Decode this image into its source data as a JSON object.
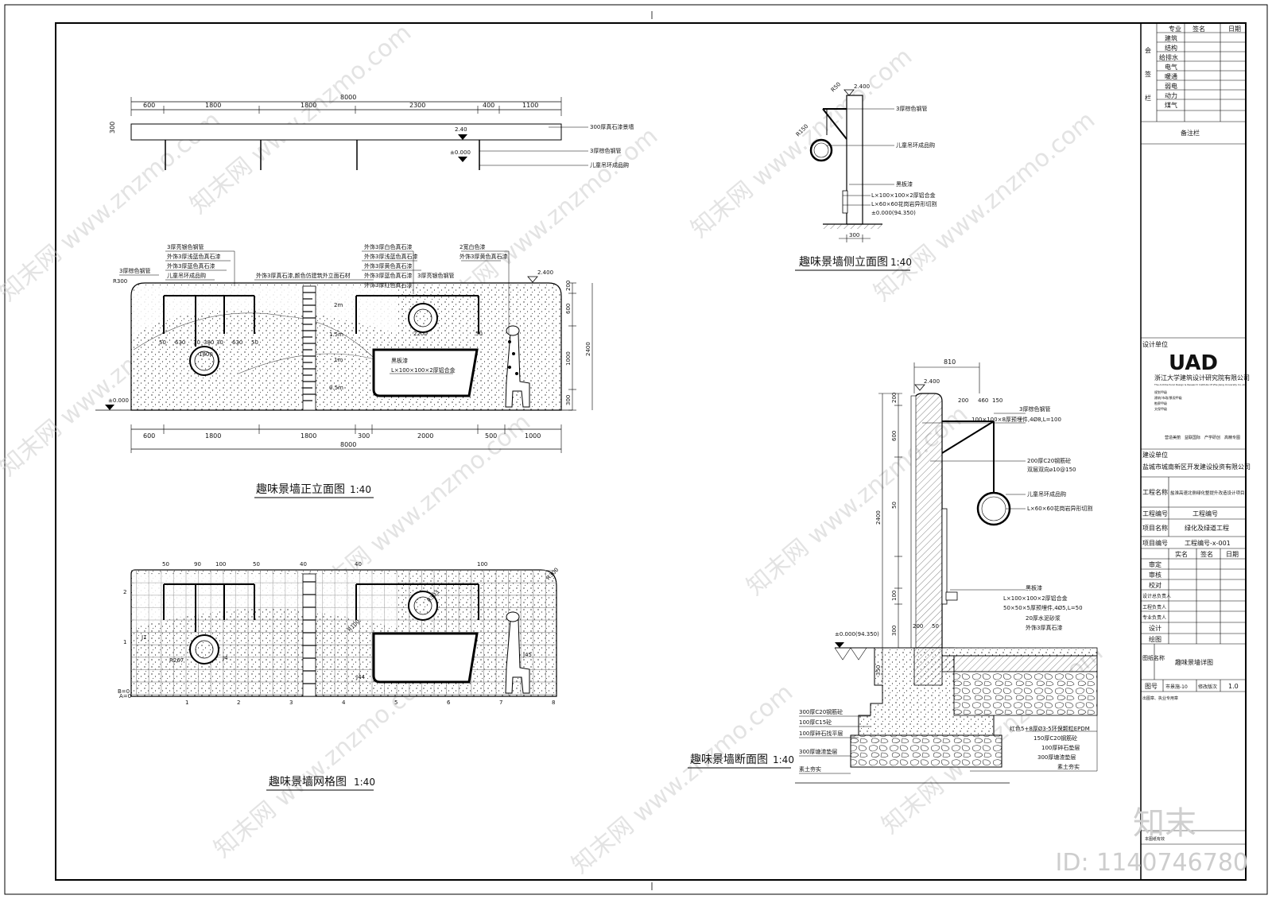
{
  "front_view": {
    "title": "趣味景墙正立面图",
    "scale": "1:40",
    "overall": "8000",
    "dims_top": [
      "600",
      "1800",
      "1800",
      "2300",
      "400",
      "1100"
    ],
    "dims_bottom": [
      "600",
      "1800",
      "1800",
      "300",
      "2000",
      "500",
      "1000"
    ],
    "heights_right": [
      "200",
      "600",
      "1000",
      "300"
    ],
    "height_total": "2400",
    "plan_height": "300",
    "plan_labels": [
      "300厚真石漆景墙",
      "3厚棕色钢管",
      "儿童吊环成品购"
    ],
    "level_240": "2.40",
    "level_000": "±0.000",
    "level_2400": "2.400",
    "radius": "R300",
    "labels_left": [
      "3厚亮银色钢管",
      "外饰3厚浅蓝色真石漆",
      "外饰3厚蓝色真石漆",
      "儿童吊环成品购"
    ],
    "label_brown_pipe": "3厚棕色钢管",
    "label_wall": "外饰3厚真石漆,颜色仿建筑外立面石材",
    "labels_mid": [
      "外饰3厚白色真石漆",
      "外饰3厚浅蓝色真石漆",
      "外饰3厚黄色真石漆",
      "外饰3厚蓝色真石漆",
      "外饰3厚红色真石漆"
    ],
    "label_silver_pipe": "3厚亮银色钢管",
    "labels_right": [
      "2宽白色漆",
      "外饰3厚黄色真石漆"
    ],
    "ruler": [
      "2m",
      "1.5m",
      "1m",
      "0.5m"
    ],
    "board_label": "黑板漆",
    "board_frame": "L×100×100×2厚铝合金",
    "inner_dims": [
      "50",
      "630",
      "30",
      "380",
      "30",
      "630",
      "50"
    ],
    "ring_dims": [
      "1800",
      "2200",
      "50"
    ]
  },
  "grid_view": {
    "title": "趣味景墙网格图",
    "scale": "1:40",
    "x_labels": [
      "A=0",
      "1",
      "2",
      "3",
      "4",
      "5",
      "6",
      "7",
      "8"
    ],
    "y_labels": [
      "B=0",
      "1",
      "2"
    ],
    "top_dims": [
      "50",
      "90",
      "100",
      "50",
      "40",
      "40",
      "100"
    ],
    "radii": [
      "R300",
      "R267",
      "R100",
      "R303"
    ],
    "j_labels": [
      "J1",
      "J4",
      "J45",
      "J44"
    ]
  },
  "side_view": {
    "title": "趣味景墙侧立面图",
    "scale": "1:40",
    "level": "2.400",
    "r_small": "R50",
    "r_ring": "R150",
    "labels": [
      "3厚棕色钢管",
      "儿童吊环成品购",
      "黑板漆",
      "L×100×100×2厚铝合金",
      "L×60×60花岗岩异形切割",
      "±0.000(94.350)"
    ],
    "base_dim": "300"
  },
  "section_view": {
    "title": "趣味景墙断面图",
    "scale": "1:40",
    "top_dim": "810",
    "level": "2.400",
    "sub_dims": [
      "200",
      "460",
      "150"
    ],
    "heights": [
      "200",
      "600",
      "2400",
      "50",
      "100",
      "300",
      "350"
    ],
    "labels_right": [
      "3厚棕色钢管",
      "100×100×8厚预埋件,4Ø8,L=100",
      "200厚C20钢筋砼",
      "双层双向⌀10@150",
      "儿童吊环成品购",
      "L×60×60花岗岩异形切割",
      "黑板漆",
      "L×100×100×2厚铝合金",
      "50×50×5厚预埋件,4Ø5,L=50",
      "20厚水泥砂浆",
      "外饰3厚真石漆"
    ],
    "level_base": "±0.000(94.350)",
    "labels_left": [
      "300厚C20钢筋砼",
      "100厚C15砼",
      "100厚碎石找平层",
      "300厚塘渣垫层",
      "素土夯实"
    ],
    "labels_bottom_right": [
      "红色5+8厚Ø3-5环保颗粒EPDM",
      "150厚C20钢筋砼",
      "100厚碎石垫层",
      "300厚塘渣垫层",
      "素土夯实"
    ],
    "dim_200": "200",
    "dim_50": "50"
  },
  "title_block": {
    "sign_header": [
      "专业",
      "签名",
      "日期"
    ],
    "sign_side": [
      "会",
      "签",
      "栏"
    ],
    "disciplines": [
      "建筑",
      "结构",
      "给排水",
      "电气",
      "暖通",
      "弱电",
      "动力",
      "煤气"
    ],
    "remarks": "备注栏",
    "design_unit_label": "设计单位",
    "logo": "UAD",
    "company": "浙江大学建筑设计研究院有限公司",
    "company_en": "The Architectural Design & Research Institute Of Zhe Jiang University Co.,Ltd",
    "certs": [
      "规划甲级",
      "建筑/市政/景观甲级",
      "勘察甲级",
      "文保甲级"
    ],
    "footer_tags": [
      "营造美丽",
      "益联国际",
      "产学研创",
      "高精专图"
    ],
    "client_label": "建设单位",
    "client": "盐城市城南新区开发建设投资有限公司",
    "project_label": "工程名称",
    "project": "盐淮高速北侧绿化整提升改造设计项目",
    "job_no_label": "工程编号",
    "job_no": "工程编号",
    "item_label": "项目名称",
    "item": "绿化及绿道工程",
    "item_no_label": "项目编号",
    "item_no": "工程编号-x-001",
    "role_header": [
      "实名",
      "签名",
      "日期"
    ],
    "roles": [
      "审定",
      "审核",
      "校对",
      "设计总负责人",
      "工程负责人",
      "专业负责人",
      "设计",
      "绘图"
    ],
    "drawing_name_label": "图纸名称",
    "drawing_name": "趣味景墙详图",
    "footer_cells": [
      "图号",
      "市景施-10",
      "修改版次",
      "1.0"
    ],
    "note": "出图章、执业专用章",
    "stamp": "本图纸有效"
  },
  "watermarks": [
    "知末网 www.znzmo.com"
  ],
  "brand": "知末",
  "id_tag": "ID: 1140746780"
}
